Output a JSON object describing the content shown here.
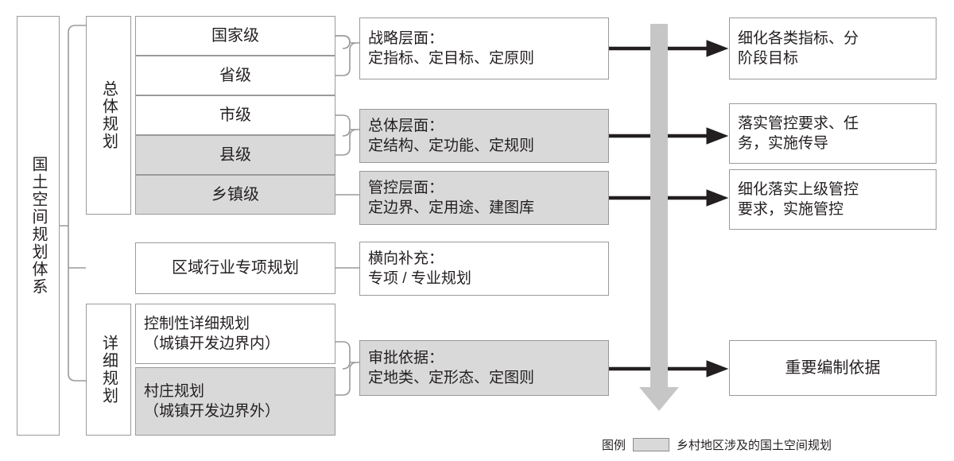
{
  "diagram": {
    "title_box": {
      "label": "国土空间规划体系"
    },
    "groups": [
      {
        "id": "overall",
        "label": "总体规划"
      },
      {
        "id": "detailed",
        "label": "详细规划"
      }
    ],
    "levels": [
      {
        "label": "国家级",
        "shaded": false
      },
      {
        "label": "省级",
        "shaded": false
      },
      {
        "label": "市级",
        "shaded": false
      },
      {
        "label": "县级",
        "shaded": true
      },
      {
        "label": "乡镇级",
        "shaded": true
      }
    ],
    "special_plan": {
      "label": "区域行业专项规划",
      "shaded": false
    },
    "detailed_plans": [
      {
        "label": "控制性详细规划\n（城镇开发边界内）",
        "shaded": false
      },
      {
        "label": "村庄规划\n（城镇开发边界外）",
        "shaded": true
      }
    ],
    "middle_boxes": [
      {
        "label": "战略层面：\n定指标、定目标、定原则",
        "shaded": false
      },
      {
        "label": "总体层面：\n定结构、定功能、定规则",
        "shaded": true
      },
      {
        "label": "管控层面：\n定边界、定用途、建图库",
        "shaded": true
      },
      {
        "label": "横向补充：\n专项 / 专业规划",
        "shaded": false
      },
      {
        "label": "审批依据：\n定地类、定形态、定图则",
        "shaded": true
      }
    ],
    "right_boxes": [
      {
        "label": "细化各类指标、分\n阶段目标",
        "shaded": false
      },
      {
        "label": "落实管控要求、任\n务，实施传导",
        "shaded": false
      },
      {
        "label": "细化落实上级管控\n要求，实施管控",
        "shaded": false
      },
      {
        "label": "重要编制依据",
        "shaded": false
      }
    ],
    "flow_arrow": {
      "name": "downward-flow-arrow",
      "color": "#c6c6c6"
    },
    "legend": {
      "title": "图例",
      "swatch_color": "#d9d9d9",
      "description": "乡村地区涉及的国土空间规划"
    },
    "colors": {
      "border": "#9a9a9a",
      "shaded_fill": "#d9d9d9",
      "arrow_black": "#231f20",
      "flow_gray": "#c6c6c6"
    }
  }
}
